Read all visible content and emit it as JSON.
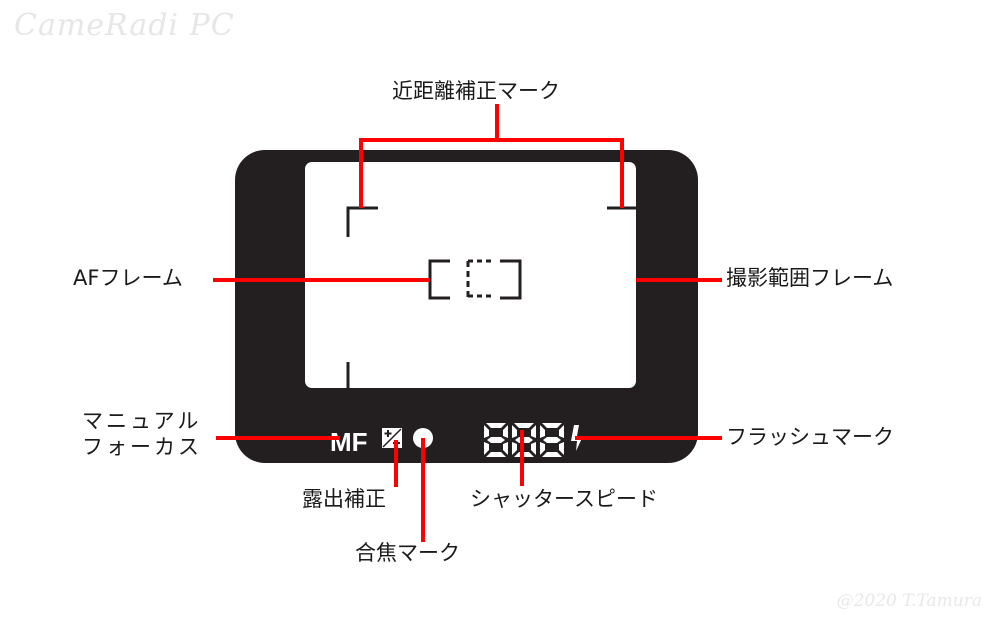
{
  "watermark": {
    "top_left": "CameRadi PC",
    "bottom_right": "@2020 T.Tamura"
  },
  "colors": {
    "frame": "#231f20",
    "window": "#ffffff",
    "leader": "#ff0000",
    "text": "#1a1a1a"
  },
  "labels": {
    "close_range_mark": "近距離補正マーク",
    "af_frame": "AFフレーム",
    "shooting_range_frame": "撮影範囲フレーム",
    "manual_focus": "マニュアル\nフォーカス",
    "flash_mark": "フラッシュマーク",
    "exposure_comp": "露出補正",
    "shutter_speed": "シャッタースピード",
    "focus_mark": "合焦マーク"
  },
  "display": {
    "mf_text": "MF",
    "digits": "888",
    "flash_icon": "lightning-bolt",
    "exposure_icon": "plus-minus-box",
    "focus_icon": "filled-circle"
  }
}
